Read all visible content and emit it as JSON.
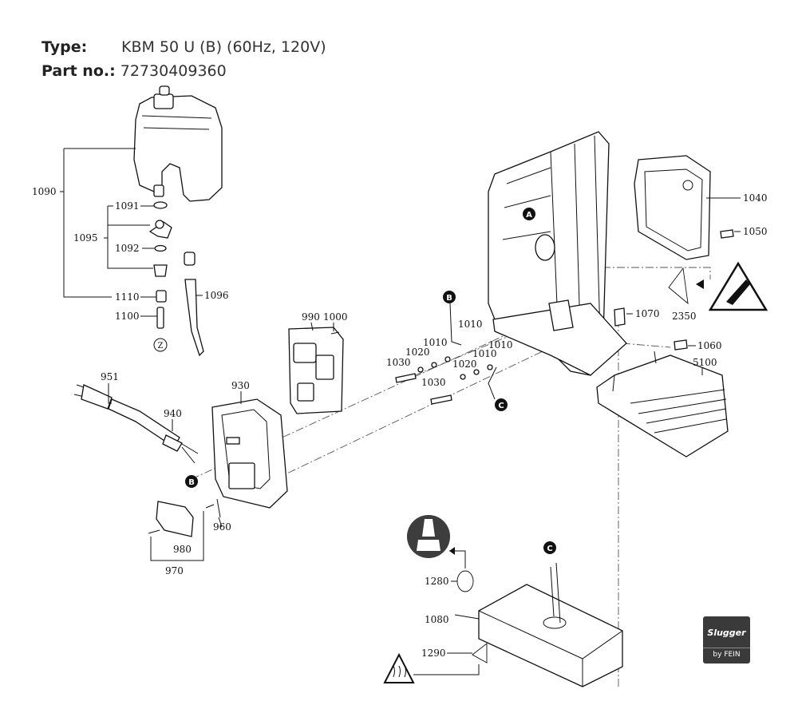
{
  "header": {
    "type_label": "Type:",
    "type_value": "KBM 50 U (B) (60Hz, 120V)",
    "part_label": "Part no.:",
    "part_value": "72730409360"
  },
  "callouts": {
    "c1090": "1090",
    "c1091": "1091",
    "c1095": "1095",
    "c1092": "1092",
    "c1096": "1096",
    "c1110": "1110",
    "c1100": "1100",
    "cZ": "Z",
    "c951": "951",
    "c940": "940",
    "c930": "930",
    "c990": "990",
    "c1000": "1000",
    "c960": "960",
    "c980": "980",
    "c970": "970",
    "c1030a": "1030",
    "c1020a": "1020",
    "c1010a": "1010",
    "c1010b": "1010",
    "c1020b": "1020",
    "c1010c": "1010",
    "c1010d": "1010",
    "c1030b": "1030",
    "c1040": "1040",
    "c1050": "1050",
    "c2350": "2350",
    "c1070": "1070",
    "c1060": "1060",
    "c5100": "5100",
    "c1280": "1280",
    "c1080": "1080",
    "c1290": "1290"
  },
  "markers": {
    "A": "A",
    "B": "B",
    "C": "C"
  },
  "badge": {
    "brand": "Slugger",
    "sub": "by FEIN"
  }
}
